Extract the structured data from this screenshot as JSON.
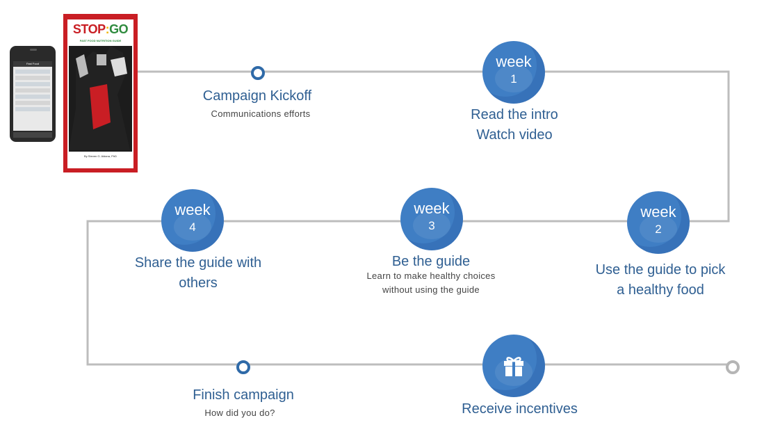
{
  "colors": {
    "line": "#bdbdbd",
    "node": "#3f7ec4",
    "title": "#2f5f92",
    "ring": "#2f6aa8"
  },
  "book": {
    "brand_stop": "STOP",
    "brand_go": "GO",
    "subtitle": "FAST FOOD NUTRITION GUIDE",
    "author": "By Steven G. Aldana, PhD"
  },
  "phone": {
    "header": "Fast Food"
  },
  "steps": {
    "kickoff": {
      "title": "Campaign Kickoff",
      "subtitle": "Communications efforts"
    },
    "week1": {
      "label": "week",
      "num": "1",
      "title1": "Read the intro",
      "title2": "Watch video"
    },
    "week2": {
      "label": "week",
      "num": "2",
      "title1": "Use the guide to pick",
      "title2": "a healthy food"
    },
    "week3": {
      "label": "week",
      "num": "3",
      "title": "Be the guide",
      "sub1": "Learn to make healthy choices",
      "sub2": "without using the guide"
    },
    "week4": {
      "label": "week",
      "num": "4",
      "title1": "Share the guide with",
      "title2": "others"
    },
    "finish": {
      "title": "Finish campaign",
      "subtitle": "How did you do?"
    },
    "incentives": {
      "title": "Receive incentives",
      "icon": "gift-icon"
    }
  }
}
